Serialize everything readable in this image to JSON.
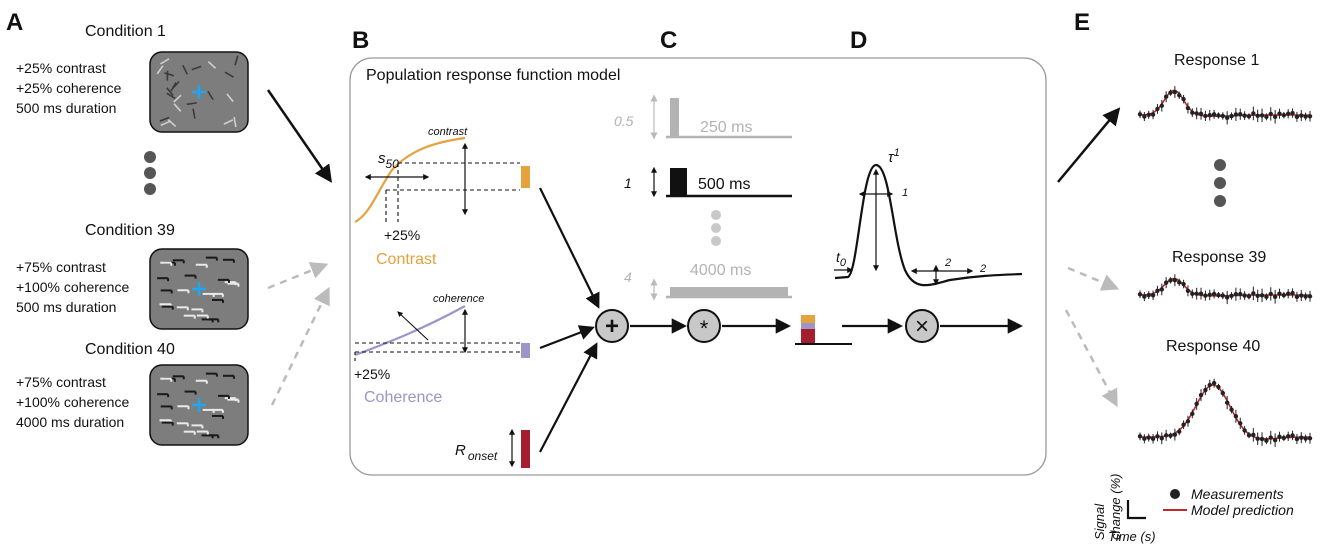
{
  "panels": {
    "a": "A",
    "b": "B",
    "c": "C",
    "d": "D",
    "e": "E"
  },
  "conditions": [
    {
      "title": "Condition 1",
      "lines": [
        "+25% contrast",
        "+25% coherence",
        "500 ms duration"
      ]
    },
    {
      "title": "Condition 39",
      "lines": [
        "+75% contrast",
        "+100% coherence",
        "500 ms duration"
      ]
    },
    {
      "title": "Condition 40",
      "lines": [
        "+75% contrast",
        "+100% coherence",
        "4000 ms duration"
      ]
    }
  ],
  "model": {
    "title": "Population response function model",
    "contrast": {
      "curve_label": "contrast",
      "s50": "s",
      "s50_sub": "50",
      "tick": "+25%",
      "name": "Contrast",
      "color": "#E6A23C"
    },
    "coherence": {
      "curve_label": "coherence",
      "tick": "+25%",
      "name": "Coherence",
      "color": "#9B95C9"
    },
    "onset": {
      "label": "R",
      "sub": "onset",
      "color": "#A51E2E"
    },
    "sum_symbol": "+",
    "conv_symbol": "*",
    "mult_symbol": "×"
  },
  "durations": [
    {
      "label": "250 ms",
      "scale": "0.5",
      "color": "#b3b3b3"
    },
    {
      "label": "500 ms",
      "scale": "1",
      "color": "#111111"
    },
    {
      "label": "4000 ms",
      "scale": "4",
      "color": "#b3b3b3"
    }
  ],
  "hrf": {
    "tau": "τ",
    "tau_sub": "1",
    "t0": "t",
    "t0_sub": "0",
    "one": "1",
    "two_a": "2",
    "two_b": "2"
  },
  "responses": [
    {
      "title": "Response 1",
      "amp": 0.45,
      "dur": 0.5
    },
    {
      "title": "Response 39",
      "amp": 0.3,
      "dur": 0.5
    },
    {
      "title": "Response 40",
      "amp": 0.95,
      "dur": 4
    }
  ],
  "legend": {
    "ylabel_1": "Signal",
    "ylabel_2": "change (%)",
    "xlabel": "Time (s)",
    "measurements": "Measurements",
    "prediction": "Model prediction",
    "meas_color": "#222222",
    "pred_color": "#c0282d"
  }
}
